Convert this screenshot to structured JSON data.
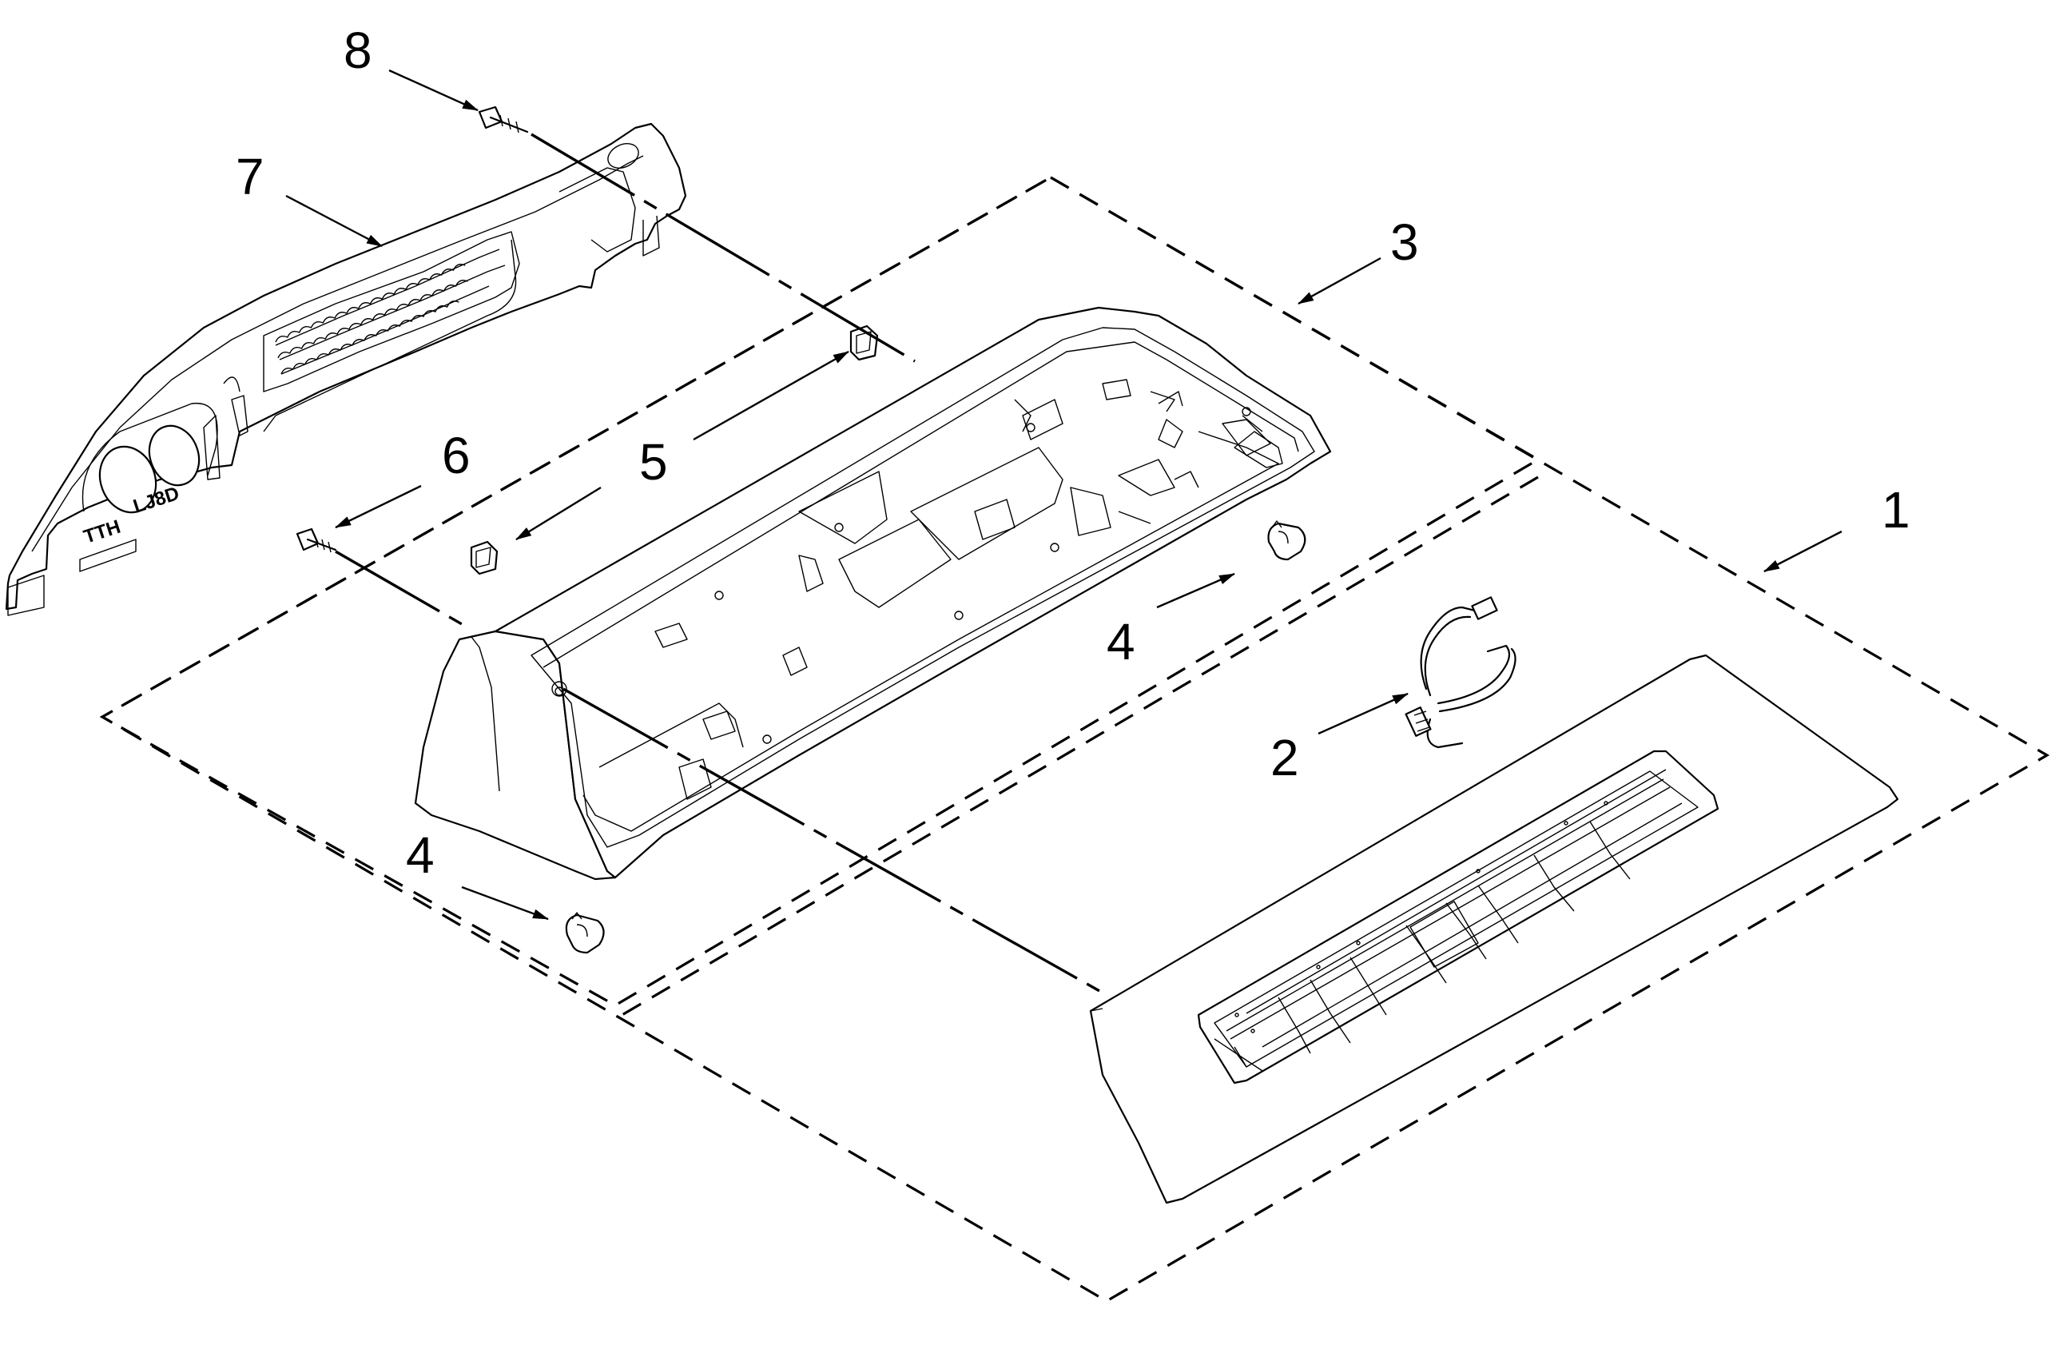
{
  "diagram": {
    "callouts": [
      {
        "id": "c1",
        "label": "1"
      },
      {
        "id": "c2",
        "label": "2"
      },
      {
        "id": "c3",
        "label": "3"
      },
      {
        "id": "c4a",
        "label": "4"
      },
      {
        "id": "c4b",
        "label": "4"
      },
      {
        "id": "c5",
        "label": "5"
      },
      {
        "id": "c6",
        "label": "6"
      },
      {
        "id": "c7",
        "label": "7"
      },
      {
        "id": "c8",
        "label": "8"
      }
    ],
    "panel_marks": [
      "TTH",
      "LJ8D"
    ]
  }
}
